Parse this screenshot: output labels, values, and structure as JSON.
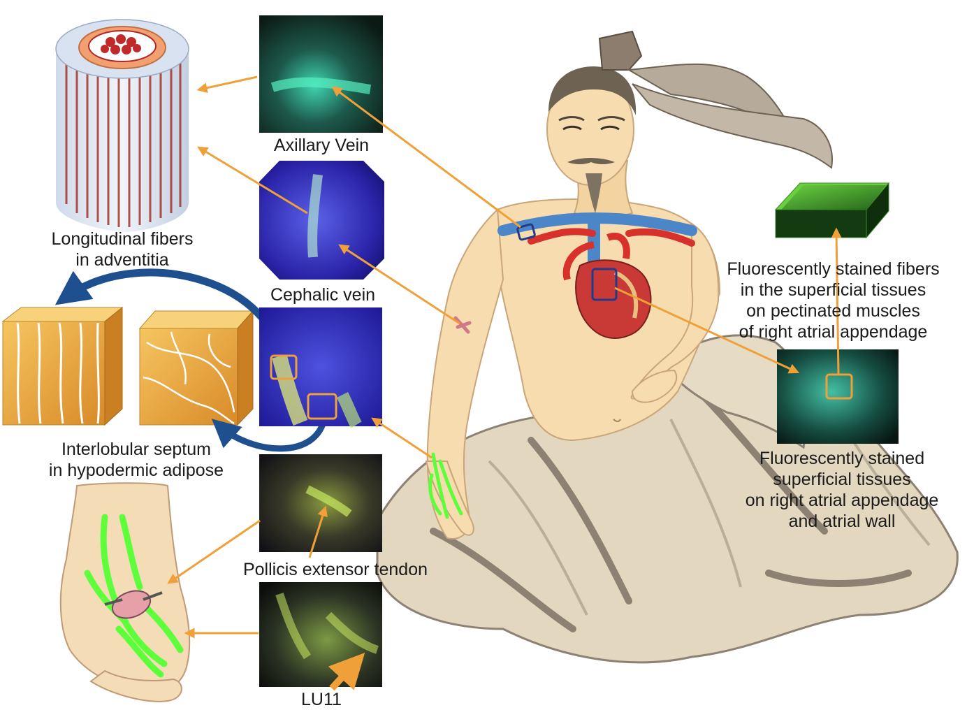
{
  "labels": {
    "axillary_vein": "Axillary Vein",
    "cephalic_vein": "Cephalic vein",
    "longitudinal_fibers": [
      "Longitudinal fibers",
      "in adventitia"
    ],
    "interlobular_septum": [
      "Interlobular septum",
      "in hypodermic adipose"
    ],
    "pollicis_tendon": "Pollicis extensor tendon",
    "lu11": "LU11",
    "fiber_stain": [
      "Fluorescently stained fibers",
      "in the superficial tissues",
      "on pectinated muscles",
      "of right atrial appendage"
    ],
    "tissue_stain": [
      "Fluorescently stained",
      "superficial tissues",
      "on right atrial appendage",
      "and atrial wall"
    ]
  },
  "colors": {
    "arrow": "#f0a038",
    "curved_arrow": "#1e4f8f",
    "highlight_box": "#f0a038",
    "fluorescent_green": "#5cff3a",
    "vein_blue": "#4a86c8",
    "artery_red": "#d8302a",
    "skin": "#f6dcae",
    "robe": "#e3d8bf",
    "robe_shadow": "#8c8173"
  }
}
